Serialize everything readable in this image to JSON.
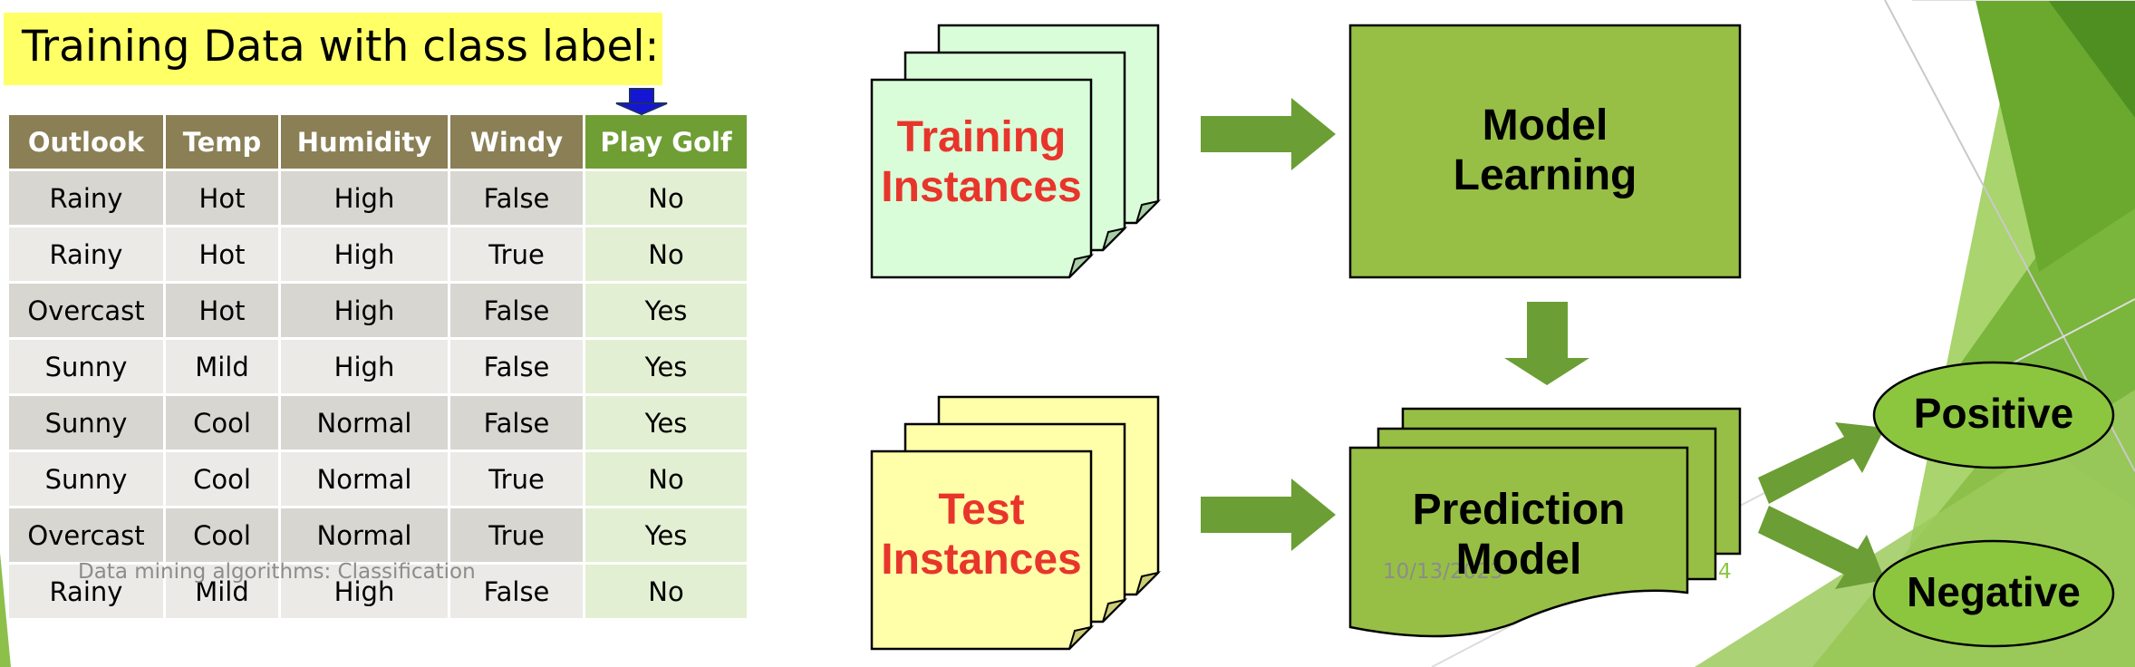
{
  "title": "Training Data with class label:",
  "table": {
    "headers": [
      "Outlook",
      "Temp",
      "Humidity",
      "Windy",
      "Play Golf"
    ],
    "rows": [
      [
        "Rainy",
        "Hot",
        "High",
        "False",
        "No"
      ],
      [
        "Rainy",
        "Hot",
        "High",
        "True",
        "No"
      ],
      [
        "Overcast",
        "Hot",
        "High",
        "False",
        "Yes"
      ],
      [
        "Sunny",
        "Mild",
        "High",
        "False",
        "Yes"
      ],
      [
        "Sunny",
        "Cool",
        "Normal",
        "False",
        "Yes"
      ],
      [
        "Sunny",
        "Cool",
        "Normal",
        "True",
        "No"
      ],
      [
        "Overcast",
        "Cool",
        "Normal",
        "True",
        "Yes"
      ],
      [
        "Rainy",
        "Mild",
        "High",
        "False",
        "No"
      ]
    ]
  },
  "diagram": {
    "training": [
      "Training",
      "Instances"
    ],
    "test": [
      "Test",
      "Instances"
    ],
    "model_learning": [
      "Model",
      "Learning"
    ],
    "prediction_model": [
      "Prediction",
      "Model"
    ],
    "positive": "Positive",
    "negative": "Negative"
  },
  "footer": {
    "title": "Data mining algorithms: Classification",
    "date": "10/13/2023",
    "page": "4"
  },
  "colors": {
    "title_bg": "#ffff66",
    "header_bg": "#8a7f55",
    "label_header_bg": "#6f9e34",
    "green_box": "#97bf45",
    "arrow": "#6b9e34",
    "training_sheet": "#d9fdd9",
    "test_sheet": "#ffffaa",
    "instance_text": "#e8352b"
  }
}
